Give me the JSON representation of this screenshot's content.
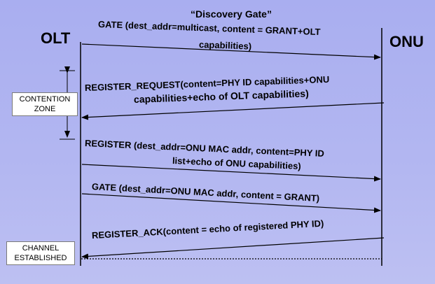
{
  "diagram": {
    "title": "“Discovery Gate”",
    "entities": {
      "left": "OLT",
      "right": "ONU"
    },
    "messages": [
      {
        "line1": "GATE (dest_addr=multicast, content = GRANT+OLT",
        "line2": "capabilities)",
        "direction": "OLT→ONU"
      },
      {
        "line1": "REGISTER_REQUEST(content=PHY ID capabilities+ONU",
        "line2": "capabilities+echo of OLT capabilities)",
        "direction": "ONU→OLT"
      },
      {
        "line1": "REGISTER (dest_addr=ONU MAC addr, content=PHY ID",
        "line2": "list+echo of ONU capabilities)",
        "direction": "OLT→ONU"
      },
      {
        "line1": "GATE (dest_addr=ONU MAC addr, content = GRANT)",
        "direction": "OLT→ONU"
      },
      {
        "line1": "REGISTER_ACK(content = echo of registered PHY ID)",
        "direction": "ONU→OLT"
      }
    ],
    "labels": {
      "contention_line1": "CONTENTION",
      "contention_line2": "ZONE",
      "channel_line1": "CHANNEL",
      "channel_line2": "ESTABLISHED"
    }
  }
}
